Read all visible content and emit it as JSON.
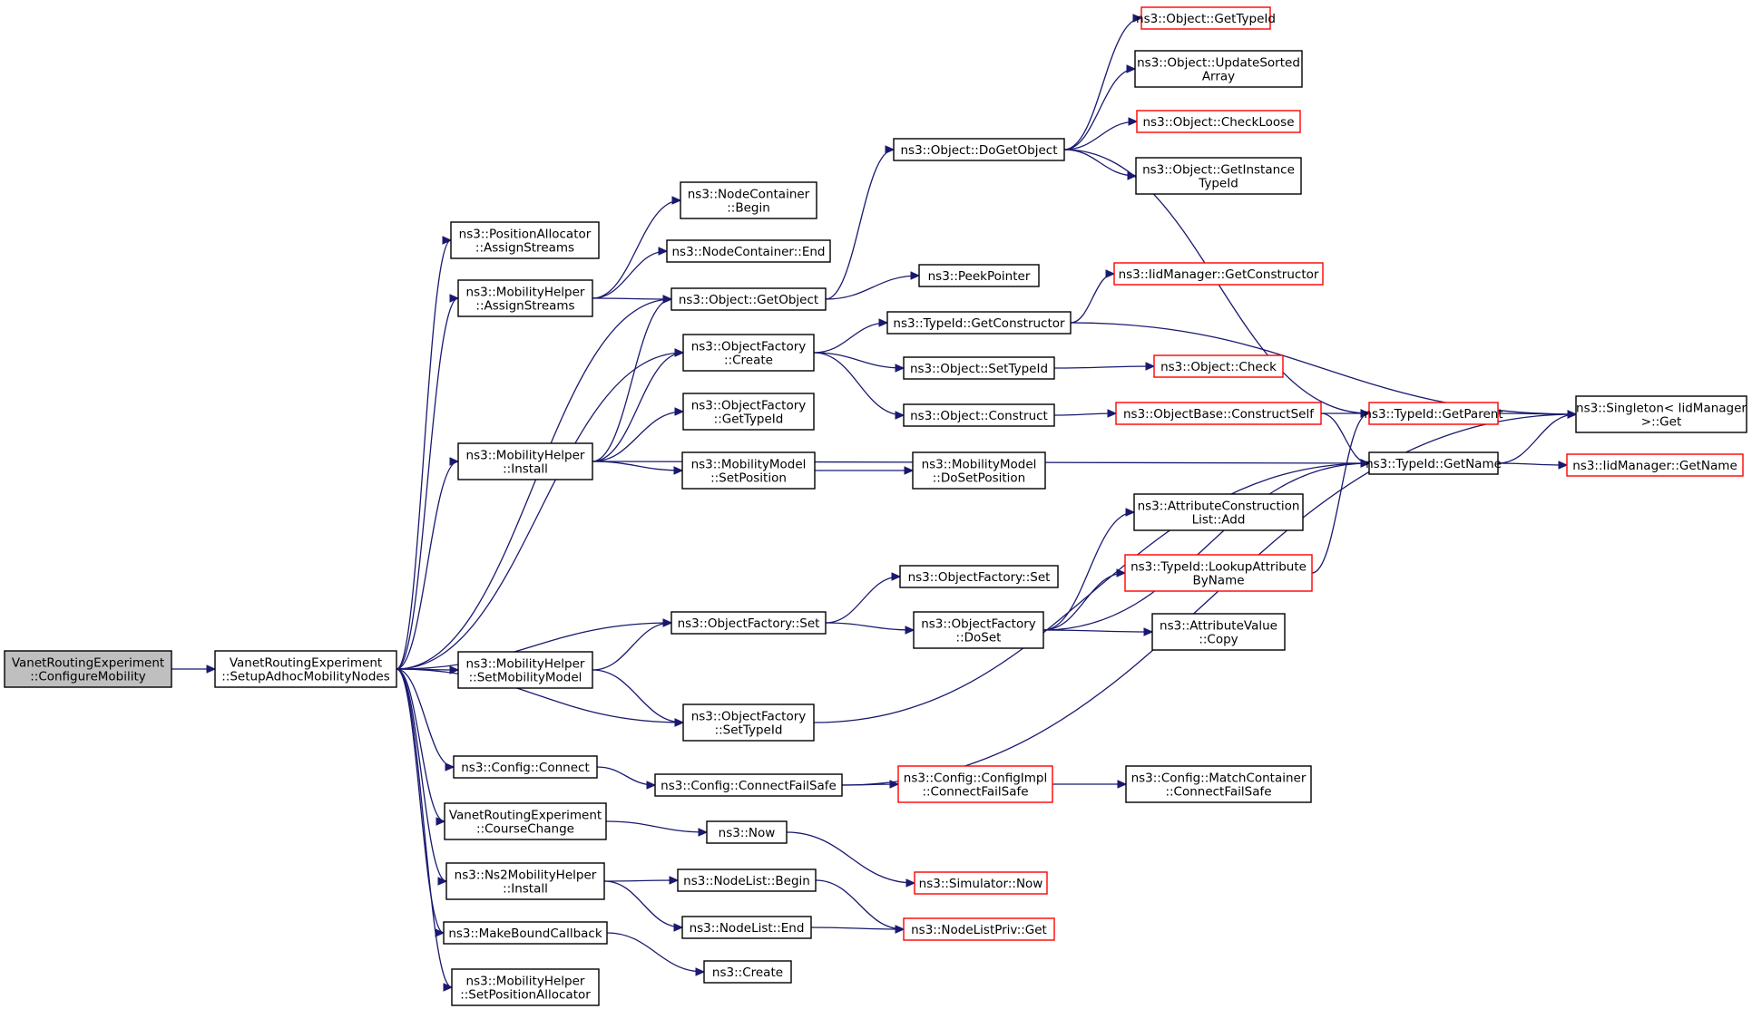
{
  "colors": {
    "edge": "#191970",
    "normal_border": "#000000",
    "truncated_border": "#ff0000",
    "root_fill": "#bfbfbf",
    "node_fill": "#ffffff"
  },
  "nodes": [
    {
      "id": "configure_mobility",
      "lines": [
        "VanetRoutingExperiment",
        "::ConfigureMobility"
      ],
      "style": "root"
    },
    {
      "id": "setup_adhoc",
      "lines": [
        "VanetRoutingExperiment",
        "::SetupAdhocMobilityNodes"
      ],
      "style": "normal"
    },
    {
      "id": "posalloc_assign",
      "lines": [
        "ns3::PositionAllocator",
        "::AssignStreams"
      ],
      "style": "normal"
    },
    {
      "id": "mobhelper_assign",
      "lines": [
        "ns3::MobilityHelper",
        "::AssignStreams"
      ],
      "style": "normal"
    },
    {
      "id": "mobhelper_install",
      "lines": [
        "ns3::MobilityHelper",
        "::Install"
      ],
      "style": "normal"
    },
    {
      "id": "mobhelper_setmodel",
      "lines": [
        "ns3::MobilityHelper",
        "::SetMobilityModel"
      ],
      "style": "normal"
    },
    {
      "id": "config_connect",
      "lines": [
        "ns3::Config::Connect"
      ],
      "style": "normal"
    },
    {
      "id": "course_change",
      "lines": [
        "VanetRoutingExperiment",
        "::CourseChange"
      ],
      "style": "normal"
    },
    {
      "id": "ns2_install",
      "lines": [
        "ns3::Ns2MobilityHelper",
        "::Install"
      ],
      "style": "normal"
    },
    {
      "id": "make_bound",
      "lines": [
        "ns3::MakeBoundCallback"
      ],
      "style": "normal"
    },
    {
      "id": "mobhelper_setpos",
      "lines": [
        "ns3::MobilityHelper",
        "::SetPositionAllocator"
      ],
      "style": "normal"
    },
    {
      "id": "nodecont_begin",
      "lines": [
        "ns3::NodeContainer",
        "::Begin"
      ],
      "style": "normal"
    },
    {
      "id": "nodecont_end",
      "lines": [
        "ns3::NodeContainer::End"
      ],
      "style": "normal"
    },
    {
      "id": "object_getobject",
      "lines": [
        "ns3::Object::GetObject"
      ],
      "style": "normal"
    },
    {
      "id": "objfactory_create",
      "lines": [
        "ns3::ObjectFactory",
        "::Create"
      ],
      "style": "normal"
    },
    {
      "id": "objfactory_gettypeid",
      "lines": [
        "ns3::ObjectFactory",
        "::GetTypeId"
      ],
      "style": "normal"
    },
    {
      "id": "mobmodel_setpos",
      "lines": [
        "ns3::MobilityModel",
        "::SetPosition"
      ],
      "style": "normal"
    },
    {
      "id": "objfactory_set",
      "lines": [
        "ns3::ObjectFactory::Set"
      ],
      "style": "normal"
    },
    {
      "id": "objfactory_settypeid",
      "lines": [
        "ns3::ObjectFactory",
        "::SetTypeId"
      ],
      "style": "normal"
    },
    {
      "id": "config_connectfailsafe",
      "lines": [
        "ns3::Config::ConnectFailSafe"
      ],
      "style": "normal"
    },
    {
      "id": "ns3_now",
      "lines": [
        "ns3::Now"
      ],
      "style": "normal"
    },
    {
      "id": "nodelist_begin",
      "lines": [
        "ns3::NodeList::Begin"
      ],
      "style": "normal"
    },
    {
      "id": "nodelist_end",
      "lines": [
        "ns3::NodeList::End"
      ],
      "style": "normal"
    },
    {
      "id": "ns3_create",
      "lines": [
        "ns3::Create"
      ],
      "style": "normal"
    },
    {
      "id": "object_dogetobject",
      "lines": [
        "ns3::Object::DoGetObject"
      ],
      "style": "normal"
    },
    {
      "id": "peek_pointer",
      "lines": [
        "ns3::PeekPointer"
      ],
      "style": "normal"
    },
    {
      "id": "typeid_getconstructor",
      "lines": [
        "ns3::TypeId::GetConstructor"
      ],
      "style": "normal"
    },
    {
      "id": "object_settypeid",
      "lines": [
        "ns3::Object::SetTypeId"
      ],
      "style": "normal"
    },
    {
      "id": "object_construct",
      "lines": [
        "ns3::Object::Construct"
      ],
      "style": "normal"
    },
    {
      "id": "mobmodel_dosetpos",
      "lines": [
        "ns3::MobilityModel",
        "::DoSetPosition"
      ],
      "style": "normal"
    },
    {
      "id": "objfactory_set2",
      "lines": [
        "ns3::ObjectFactory::Set"
      ],
      "style": "normal"
    },
    {
      "id": "objfactory_doset",
      "lines": [
        "ns3::ObjectFactory",
        "::DoSet"
      ],
      "style": "normal"
    },
    {
      "id": "configimpl_cfs",
      "lines": [
        "ns3::Config::ConfigImpl",
        "::ConnectFailSafe"
      ],
      "style": "truncated"
    },
    {
      "id": "simulator_now",
      "lines": [
        "ns3::Simulator::Now"
      ],
      "style": "truncated"
    },
    {
      "id": "nodelistpriv_get",
      "lines": [
        "ns3::NodeListPriv::Get"
      ],
      "style": "truncated"
    },
    {
      "id": "object_gettypeid",
      "lines": [
        "ns3::Object::GetTypeId"
      ],
      "style": "truncated"
    },
    {
      "id": "object_updatesorted",
      "lines": [
        "ns3::Object::UpdateSorted",
        "Array"
      ],
      "style": "normal"
    },
    {
      "id": "object_checkloose",
      "lines": [
        "ns3::Object::CheckLoose"
      ],
      "style": "truncated"
    },
    {
      "id": "object_getinstance",
      "lines": [
        "ns3::Object::GetInstance",
        "TypeId"
      ],
      "style": "normal"
    },
    {
      "id": "iidmanager_getconstructor",
      "lines": [
        "ns3::IidManager::GetConstructor"
      ],
      "style": "truncated"
    },
    {
      "id": "object_check",
      "lines": [
        "ns3::Object::Check"
      ],
      "style": "truncated"
    },
    {
      "id": "objectbase_constructself",
      "lines": [
        "ns3::ObjectBase::ConstructSelf"
      ],
      "style": "truncated"
    },
    {
      "id": "attrconstr_add",
      "lines": [
        "ns3::AttributeConstruction",
        "List::Add"
      ],
      "style": "normal"
    },
    {
      "id": "typeid_lookupattr",
      "lines": [
        "ns3::TypeId::LookupAttribute",
        "ByName"
      ],
      "style": "truncated"
    },
    {
      "id": "attrvalue_copy",
      "lines": [
        "ns3::AttributeValue",
        "::Copy"
      ],
      "style": "normal"
    },
    {
      "id": "matchcontainer_cfs",
      "lines": [
        "ns3::Config::MatchContainer",
        "::ConnectFailSafe"
      ],
      "style": "normal"
    },
    {
      "id": "typeid_getparent",
      "lines": [
        "ns3::TypeId::GetParent"
      ],
      "style": "truncated"
    },
    {
      "id": "typeid_getname",
      "lines": [
        "ns3::TypeId::GetName"
      ],
      "style": "normal"
    },
    {
      "id": "singleton_get",
      "lines": [
        "ns3::Singleton< IidManager",
        " >::Get"
      ],
      "style": "normal"
    },
    {
      "id": "iidmanager_getname",
      "lines": [
        "ns3::IidManager::GetName"
      ],
      "style": "truncated"
    }
  ],
  "edges": [
    [
      "configure_mobility",
      "setup_adhoc"
    ],
    [
      "setup_adhoc",
      "posalloc_assign"
    ],
    [
      "setup_adhoc",
      "mobhelper_assign"
    ],
    [
      "setup_adhoc",
      "object_getobject"
    ],
    [
      "setup_adhoc",
      "objfactory_create"
    ],
    [
      "setup_adhoc",
      "mobhelper_install"
    ],
    [
      "setup_adhoc",
      "objfactory_set"
    ],
    [
      "setup_adhoc",
      "mobhelper_setmodel"
    ],
    [
      "setup_adhoc",
      "objfactory_settypeid"
    ],
    [
      "setup_adhoc",
      "config_connect"
    ],
    [
      "setup_adhoc",
      "course_change"
    ],
    [
      "setup_adhoc",
      "ns2_install"
    ],
    [
      "setup_adhoc",
      "make_bound"
    ],
    [
      "setup_adhoc",
      "mobhelper_setpos"
    ],
    [
      "mobhelper_assign",
      "nodecont_begin"
    ],
    [
      "mobhelper_assign",
      "nodecont_end"
    ],
    [
      "mobhelper_assign",
      "object_getobject"
    ],
    [
      "mobhelper_install",
      "object_getobject"
    ],
    [
      "mobhelper_install",
      "objfactory_create"
    ],
    [
      "mobhelper_install",
      "objfactory_gettypeid"
    ],
    [
      "mobhelper_install",
      "mobmodel_setpos"
    ],
    [
      "mobhelper_install",
      "typeid_getname"
    ],
    [
      "mobhelper_setmodel",
      "objfactory_set"
    ],
    [
      "mobhelper_setmodel",
      "objfactory_settypeid"
    ],
    [
      "config_connect",
      "config_connectfailsafe"
    ],
    [
      "course_change",
      "ns3_now"
    ],
    [
      "ns2_install",
      "nodelist_begin"
    ],
    [
      "ns2_install",
      "nodelist_end"
    ],
    [
      "make_bound",
      "ns3_create"
    ],
    [
      "object_getobject",
      "object_dogetobject"
    ],
    [
      "object_getobject",
      "peek_pointer"
    ],
    [
      "objfactory_create",
      "typeid_getconstructor"
    ],
    [
      "objfactory_create",
      "object_settypeid"
    ],
    [
      "objfactory_create",
      "object_construct"
    ],
    [
      "mobmodel_setpos",
      "mobmodel_dosetpos"
    ],
    [
      "objfactory_set",
      "objfactory_set2"
    ],
    [
      "objfactory_set",
      "objfactory_doset"
    ],
    [
      "objfactory_settypeid",
      "typeid_getname"
    ],
    [
      "config_connectfailsafe",
      "configimpl_cfs"
    ],
    [
      "config_connectfailsafe",
      "singleton_get"
    ],
    [
      "ns3_now",
      "simulator_now"
    ],
    [
      "nodelist_begin",
      "nodelistpriv_get"
    ],
    [
      "nodelist_end",
      "nodelistpriv_get"
    ],
    [
      "object_dogetobject",
      "object_gettypeid"
    ],
    [
      "object_dogetobject",
      "object_updatesorted"
    ],
    [
      "object_dogetobject",
      "object_checkloose"
    ],
    [
      "object_dogetobject",
      "object_getinstance"
    ],
    [
      "object_dogetobject",
      "typeid_getparent"
    ],
    [
      "typeid_getconstructor",
      "iidmanager_getconstructor"
    ],
    [
      "typeid_getconstructor",
      "singleton_get"
    ],
    [
      "object_settypeid",
      "object_check"
    ],
    [
      "object_construct",
      "objectbase_constructself"
    ],
    [
      "objfactory_doset",
      "attrconstr_add"
    ],
    [
      "objfactory_doset",
      "typeid_lookupattr"
    ],
    [
      "objfactory_doset",
      "attrvalue_copy"
    ],
    [
      "objfactory_doset",
      "typeid_getname"
    ],
    [
      "configimpl_cfs",
      "matchcontainer_cfs"
    ],
    [
      "objectbase_constructself",
      "typeid_getparent"
    ],
    [
      "objectbase_constructself",
      "typeid_getname"
    ],
    [
      "typeid_lookupattr",
      "typeid_getparent"
    ],
    [
      "typeid_getparent",
      "singleton_get"
    ],
    [
      "typeid_getname",
      "singleton_get"
    ],
    [
      "typeid_getname",
      "iidmanager_getname"
    ]
  ]
}
